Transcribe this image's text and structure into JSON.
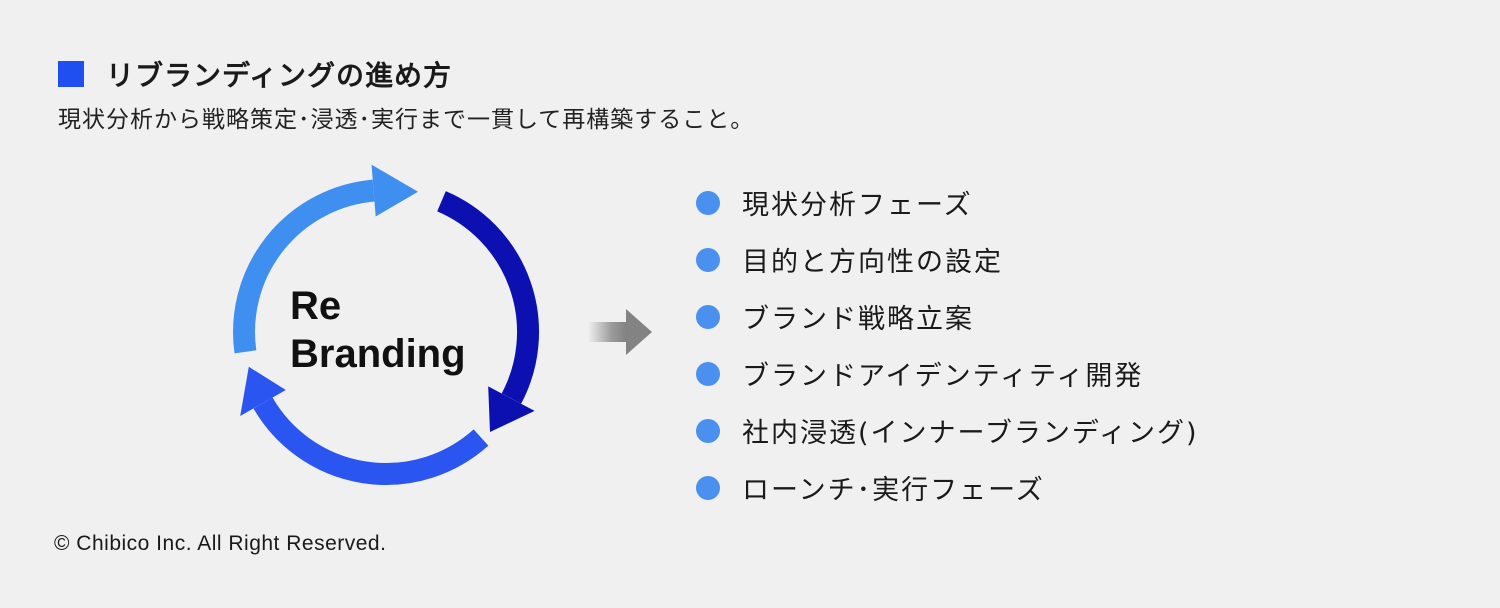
{
  "header": {
    "title": "リブランディングの進め方",
    "subtitle": "現状分析から戦略策定･浸透･実行まで一貫して再構築すること。"
  },
  "cycle": {
    "line1": "Re",
    "line2": "Branding",
    "colors": {
      "arc_light": "#3f8ff0",
      "arc_dark": "#0d10b0",
      "arc_medium": "#2a55f0",
      "arrow_gray": "#8a8a8a"
    }
  },
  "phases": [
    {
      "label": "現状分析フェーズ"
    },
    {
      "label": "目的と方向性の設定"
    },
    {
      "label": "ブランド戦略立案"
    },
    {
      "label": "ブランドアイデンティティ開発"
    },
    {
      "label": "社内浸透(インナーブランディング)"
    },
    {
      "label": "ローンチ･実行フェーズ"
    }
  ],
  "footer": {
    "copyright": "© Chibico Inc. All Right Reserved."
  }
}
